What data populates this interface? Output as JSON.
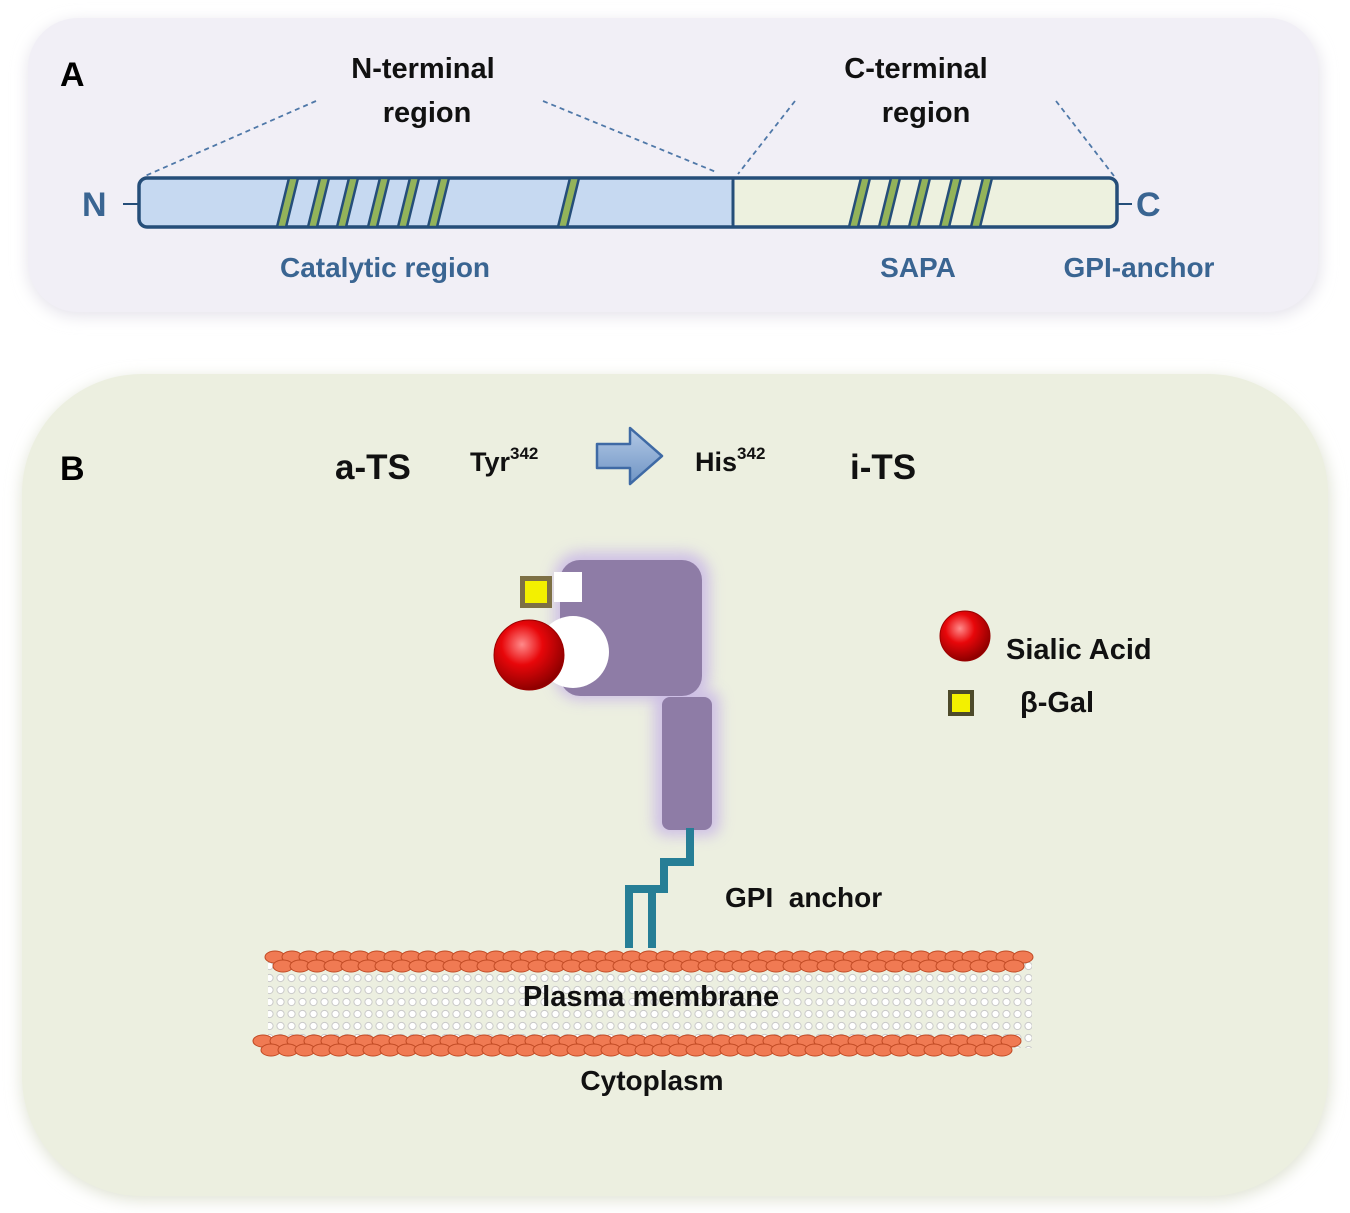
{
  "colors": {
    "panel_a_bg": "#f1eff6",
    "panel_b_bg": "#ecefe0",
    "catalytic_fill": "#c6d9f1",
    "cterm_fill": "#edf1df",
    "bar_stroke": "#254e79",
    "stripe_fill": "#93b35a",
    "blue_label": "#3a6592",
    "protein": "#8e7ca6",
    "gpi_anchor": "#267e96",
    "sialic_acid": "#e8070a",
    "beta_gal": "#f3f000",
    "membrane_head": "#f07a53"
  },
  "panel_a": {
    "label": "A",
    "n_terminal_region": [
      "N-terminal",
      "region"
    ],
    "c_terminal_region": [
      "C-terminal",
      "region"
    ],
    "n_end": "N",
    "c_end": "C",
    "catalytic_region": "Catalytic region",
    "sapa": "SAPA",
    "gpi_anchor": "GPI-anchor"
  },
  "panel_b": {
    "label": "B",
    "active_form": "a-TS",
    "mutation_from": {
      "residue": "Tyr",
      "position": "342"
    },
    "mutation_to": {
      "residue": "His",
      "position": "342"
    },
    "inactive_form": "i-TS",
    "legend": {
      "sialic_acid": "Sialic Acid",
      "beta_gal": "β-Gal"
    },
    "gpi_anchor": "GPI  anchor",
    "plasma_membrane": "Plasma membrane",
    "cytoplasm": "Cytoplasm"
  }
}
